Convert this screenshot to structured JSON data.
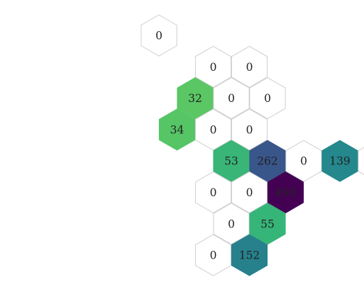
{
  "chart_data": {
    "type": "heatmap",
    "title": "",
    "xlabel": "",
    "ylabel": "",
    "colormap": "viridis",
    "color_range": [
      0,
      490
    ],
    "zero_fill": "#ffffff",
    "cell_stroke": "#cfcfcf",
    "cells": [
      {
        "col": 2,
        "row": 0,
        "value": 0
      },
      {
        "col": 3,
        "row": 1,
        "value": 0
      },
      {
        "col": 4,
        "row": 1,
        "value": 0
      },
      {
        "col": 2,
        "row": 2,
        "value": 32
      },
      {
        "col": 3,
        "row": 2,
        "value": 0
      },
      {
        "col": 4,
        "row": 2,
        "value": 0
      },
      {
        "col": 1,
        "row": 3,
        "value": 34
      },
      {
        "col": 2,
        "row": 3,
        "value": 0
      },
      {
        "col": 3,
        "row": 3,
        "value": 0
      },
      {
        "col": 2,
        "row": 4,
        "value": 53
      },
      {
        "col": 3,
        "row": 4,
        "value": 262
      },
      {
        "col": 4,
        "row": 4,
        "value": 0
      },
      {
        "col": 5,
        "row": 4,
        "value": 139
      },
      {
        "col": 6,
        "row": 4,
        "value": 0
      },
      {
        "col": 1,
        "row": 5,
        "value": 0
      },
      {
        "col": 2,
        "row": 5,
        "value": 0
      },
      {
        "col": 3,
        "row": 5,
        "value": 490
      },
      {
        "col": 1,
        "row": 6,
        "value": 0
      },
      {
        "col": 2,
        "row": 6,
        "value": 55
      },
      {
        "col": 0,
        "row": 7,
        "value": 0
      },
      {
        "col": 1,
        "row": 7,
        "value": 152
      }
    ]
  }
}
